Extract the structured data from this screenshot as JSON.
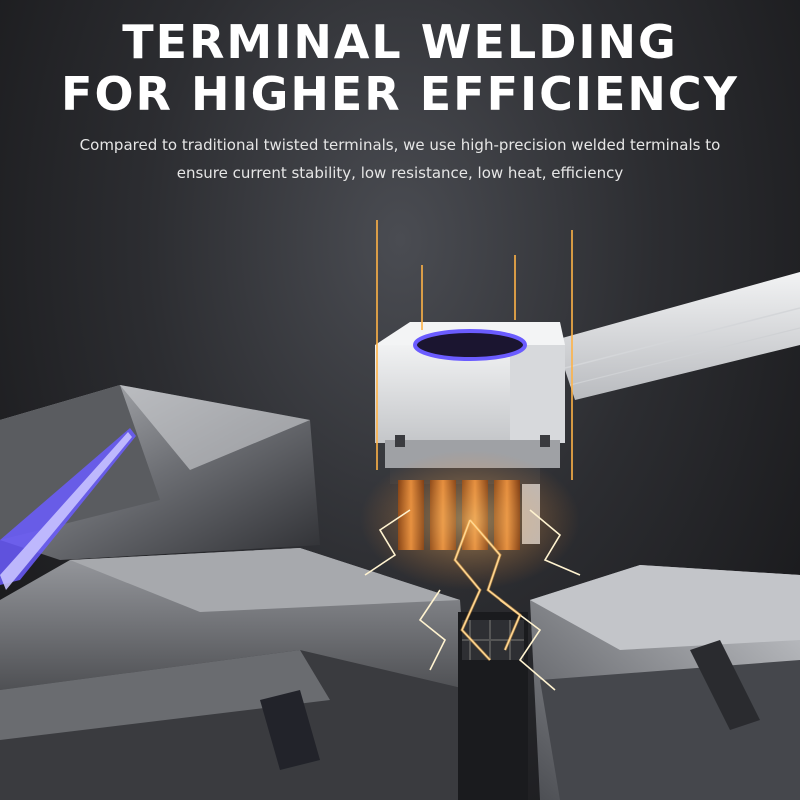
{
  "headline": {
    "line1": "TERMINAL WELDING",
    "line2": "FOR HIGHER EFFICIENCY"
  },
  "subtitle": {
    "line1": "Compared to traditional twisted terminals, we use high-precision welded terminals to",
    "line2": "ensure current stability, low resistance, low heat, efficiency"
  },
  "colors": {
    "accent_purple": "#6b5cff",
    "spark_orange": "#ffb347",
    "metal_grey": "#8a8c90",
    "connector_white": "#e9eaec"
  },
  "icons": [
    "welded-terminal-connector-illustration",
    "welding-electrode-blocks",
    "sparks-effect"
  ]
}
